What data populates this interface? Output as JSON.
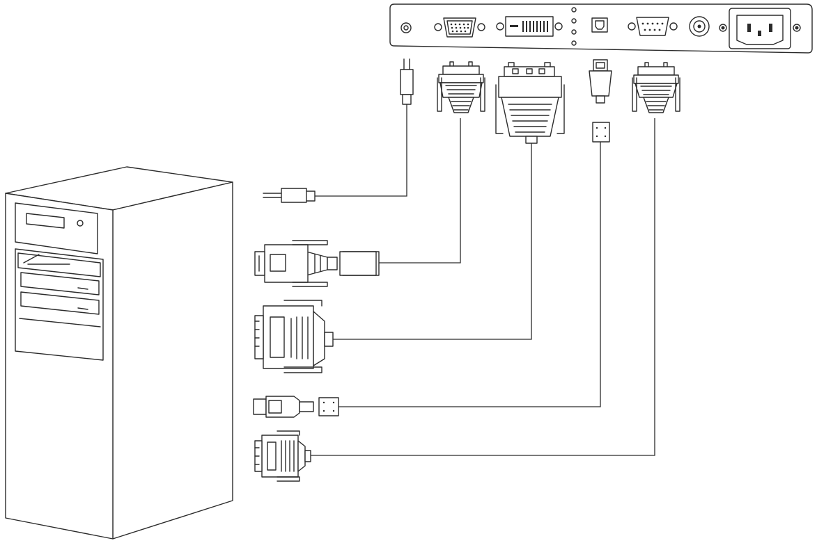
{
  "diagram": {
    "panel_ports": [
      "audio-in-jack-icon",
      "vga-port-icon",
      "dvi-port-icon",
      "usb-b-port-icon",
      "rs232-port-icon",
      "rf-coax-port-icon",
      "ac-power-inlet-icon"
    ],
    "cables": [
      "audio-cable",
      "vga-cable",
      "dvi-cable",
      "usb-cable",
      "rs232-cable"
    ],
    "computer": "desktop-tower-icon",
    "stroke_color": "#2b2b2b",
    "background_color": "#ffffff"
  }
}
